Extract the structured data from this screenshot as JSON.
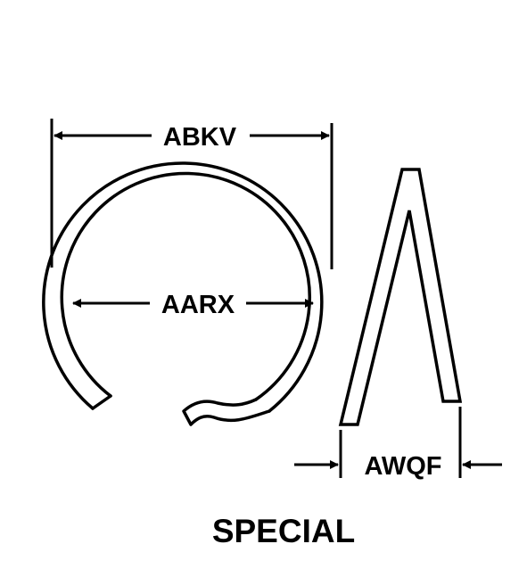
{
  "colors": {
    "ink": "#000000",
    "paper": "#ffffff"
  },
  "dimensions": {
    "outer_diameter": "ABKV",
    "inner_diameter": "AARX",
    "thickness": "AWQF"
  },
  "caption": "SPECIAL"
}
